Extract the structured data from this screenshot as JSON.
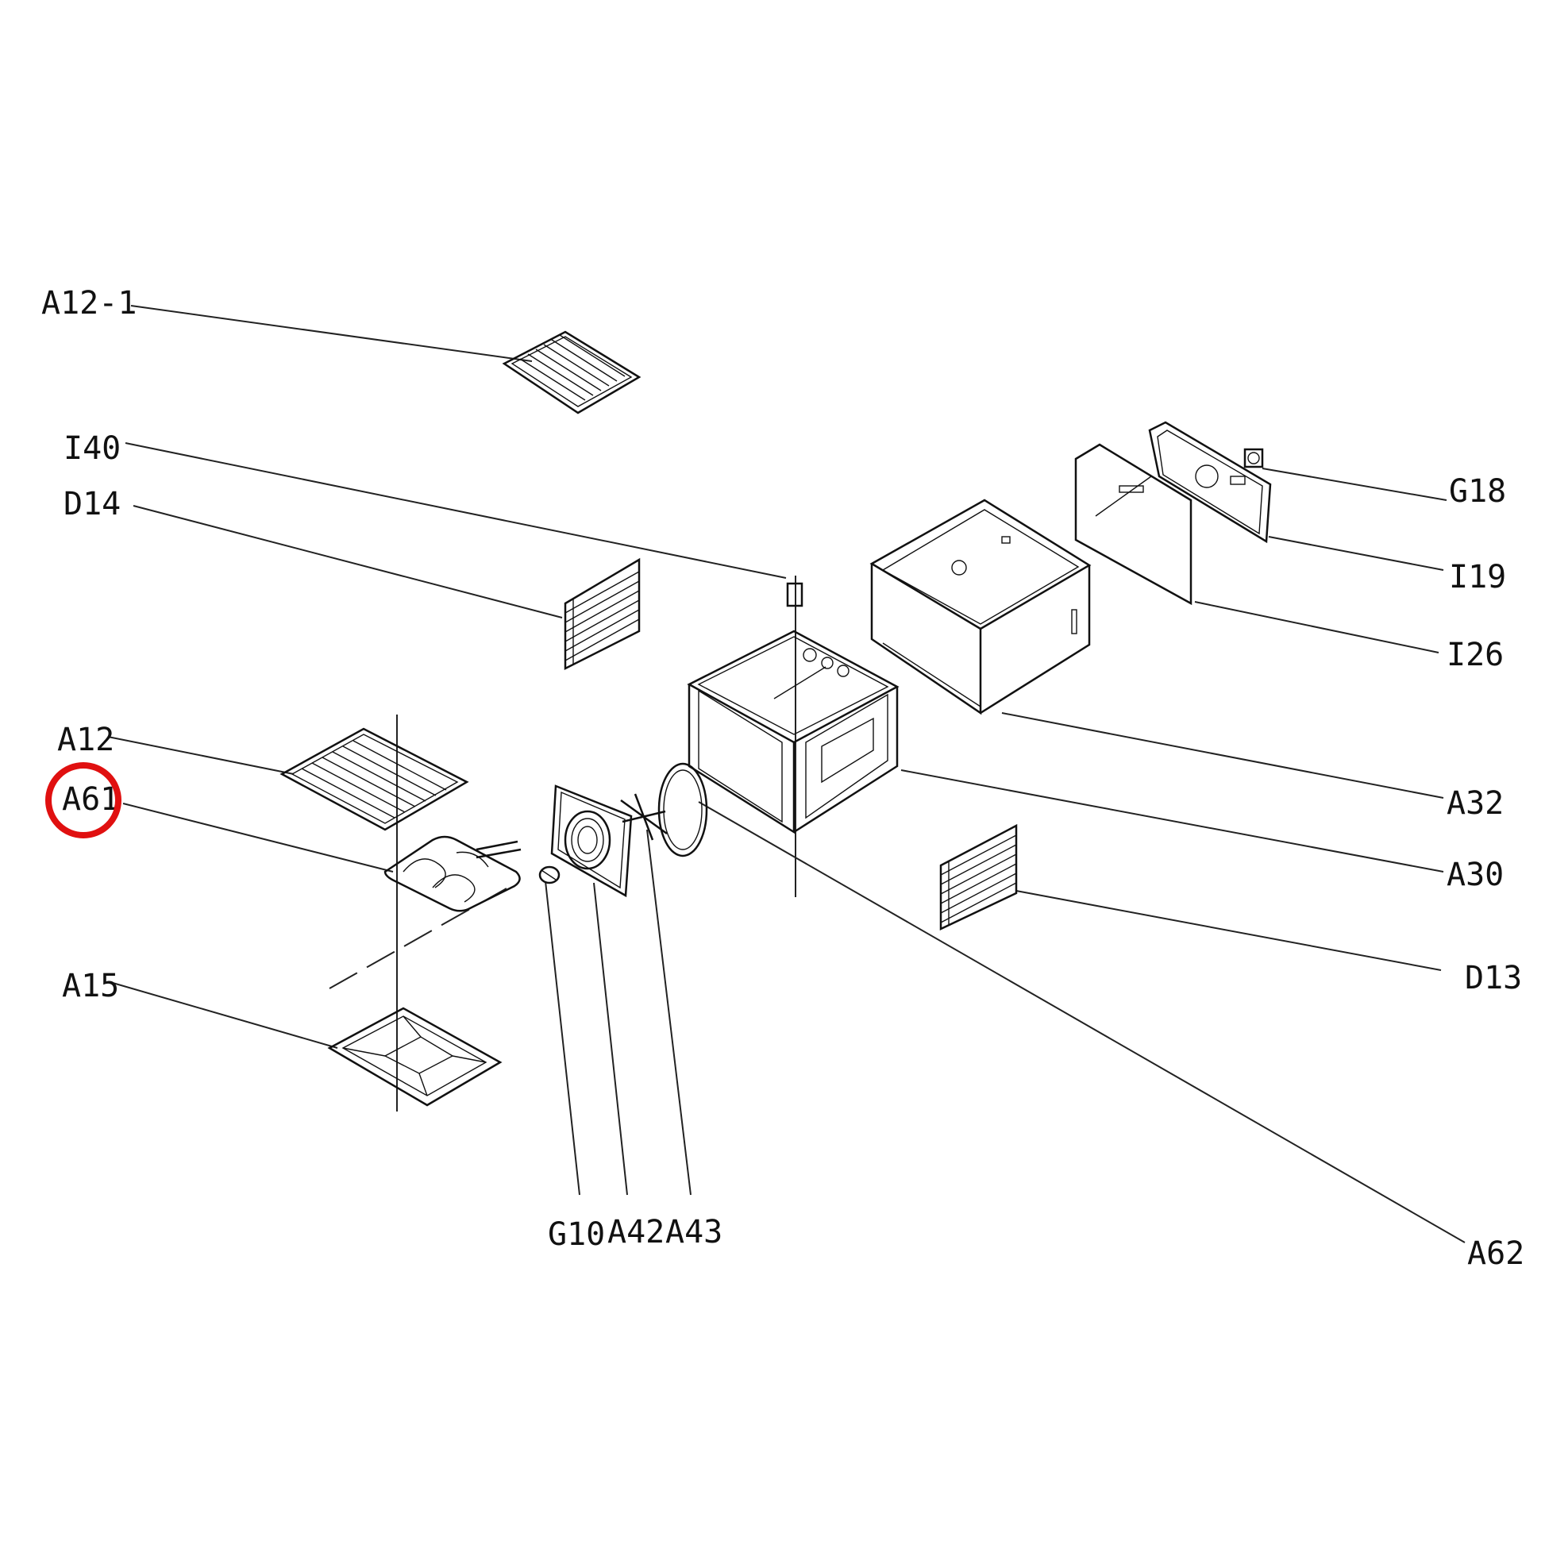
{
  "labels": {
    "a12_1": "A12-1",
    "i40": "I40",
    "d14": "D14",
    "a12": "A12",
    "a61": "A61",
    "a15": "A15",
    "g18": "G18",
    "i19": "I19",
    "i26": "I26",
    "a32": "A32",
    "a30": "A30",
    "d13": "D13",
    "a62": "A62",
    "g10": "G10",
    "a42": "A42",
    "a43": "A43"
  },
  "highlight": {
    "target": "A61",
    "color": "#e01010"
  },
  "colors": {
    "line": "#111111",
    "background": "#ffffff"
  }
}
